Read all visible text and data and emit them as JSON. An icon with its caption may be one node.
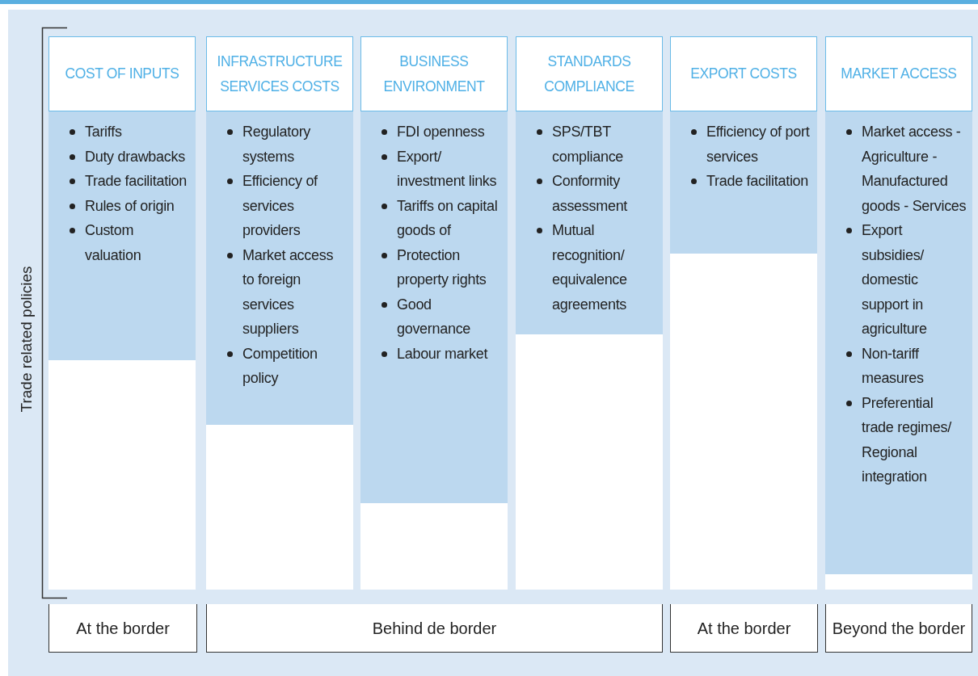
{
  "diagram": {
    "nodes": [
      {
        "text": [],
        "shape": "box"
      },
      {
        "text": [
          "COST OF INPUTS"
        ],
        "in": 0
      },
      {
        "text": [
          "Tariffs",
          "Duty drawbacks",
          "Trade facilitation",
          "Rules of origin",
          "Custom valuation"
        ],
        "in": 0
      },
      {
        "text": [],
        "shape": "box"
      },
      {
        "text": [
          "INFRASTRUCTURE SERVICES COSTS"
        ],
        "in": 3
      },
      {
        "text": [
          "Regulatory systems",
          "Efficiency of services providers",
          "Market access to foreign services suppliers",
          "Competition policy"
        ],
        "in": 3
      },
      {
        "text": [],
        "shape": "box"
      },
      {
        "text": [
          "BUSINESS ENVIRONMENT"
        ],
        "in": 6
      },
      {
        "text": [
          "FDI openness",
          "Export/ investment links",
          "Tariffs on capital goods of",
          "Protection property rights",
          "Good governance",
          "Labour market"
        ],
        "in": 6
      },
      {
        "text": [],
        "shape": "box"
      },
      {
        "text": [
          "STANDARDS COMPLIANCE"
        ],
        "in": 9
      },
      {
        "text": [
          "SPS/TBT compliance",
          "Conformity assessment",
          "Mutual recognition/ equivalence agreements"
        ],
        "in": 9
      },
      {
        "text": [],
        "shape": "box"
      },
      {
        "text": [
          "EXPORT COSTS"
        ],
        "in": 12
      },
      {
        "text": [
          "Efficiency of port services",
          "Trade facilitation"
        ],
        "in": 12
      },
      {
        "text": [],
        "shape": "box"
      },
      {
        "text": [
          "MARKET ACCESS"
        ],
        "in": 15
      },
      {
        "text": [
          "Market access - Agriculture - Manufactured goods - Services",
          "Export subsidies/ domestic support in agriculture",
          "Non-tariff measures",
          "Preferential trade regimes/ Regional integration"
        ],
        "in": 15
      },
      {
        "text": [
          "At the border"
        ]
      },
      {
        "text": [
          "Behind de border"
        ]
      },
      {
        "text": [
          "At the border"
        ]
      },
      {
        "text": [
          "Beyond the border"
        ]
      }
    ],
    "edges": [],
    "labels": [
      "Trade related policies"
    ]
  }
}
